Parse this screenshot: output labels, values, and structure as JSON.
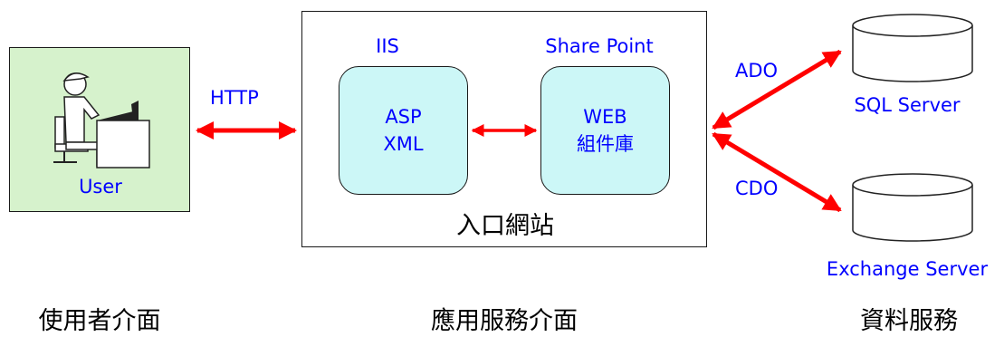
{
  "user_box": {
    "label": "User",
    "icon": "computer-user-icon"
  },
  "protocol_http": "HTTP",
  "portal": {
    "label": "入口網站",
    "iis": {
      "header": "IIS",
      "line1": "ASP",
      "line2": "XML"
    },
    "sharepoint": {
      "header": "Share Point",
      "line1": "WEB",
      "line2": "組件庫"
    }
  },
  "protocol_ado": "ADO",
  "protocol_cdo": "CDO",
  "databases": {
    "sql": {
      "label": "SQL Server",
      "icon": "database-cylinder-icon"
    },
    "exchange": {
      "label": "Exchange Server",
      "icon": "database-cylinder-icon"
    }
  },
  "layers": {
    "user_interface": "使用者介面",
    "app_service": "應用服務介面",
    "data_service": "資料服務"
  },
  "colors": {
    "arrow": "#ff0000",
    "text_blue": "#0000ff",
    "user_fill": "#d6f2cc",
    "inner_fill": "#ccf7f7"
  }
}
